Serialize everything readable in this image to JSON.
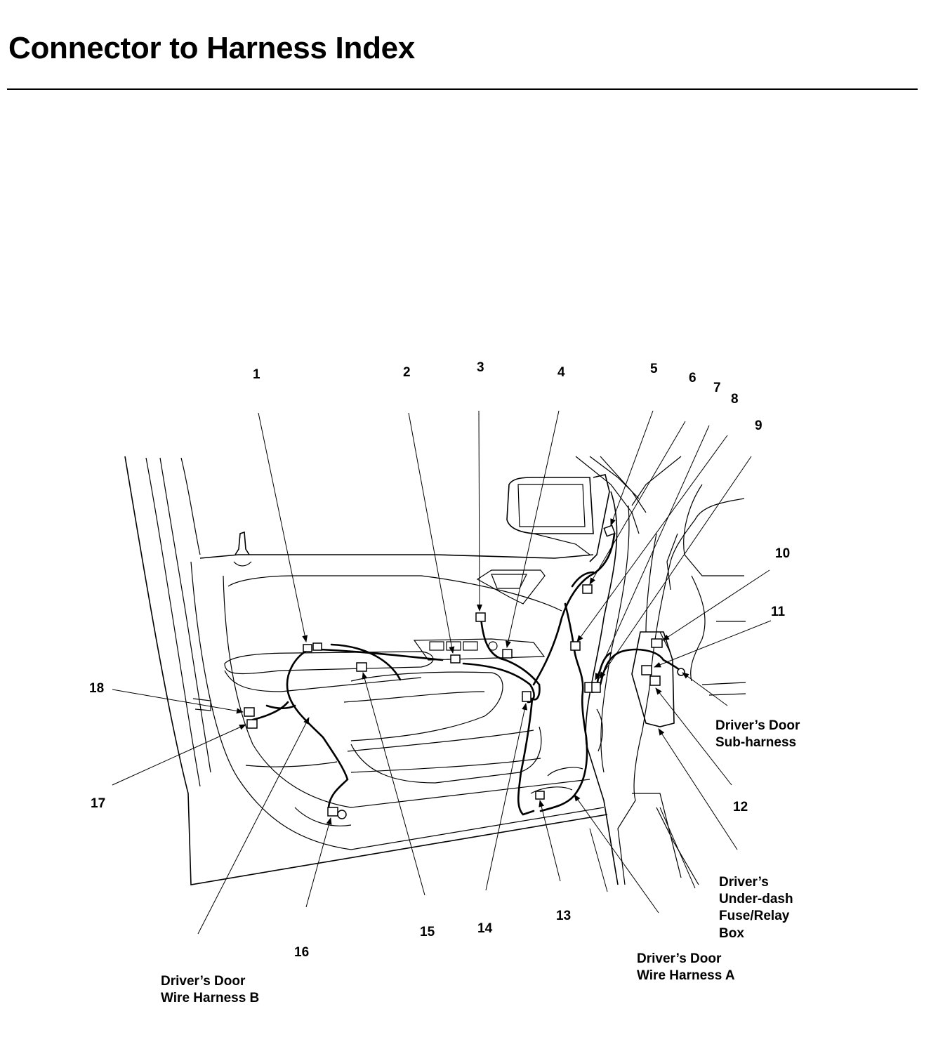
{
  "page": {
    "title": "Connector to Harness Index"
  },
  "diagram": {
    "callouts": [
      "1",
      "2",
      "3",
      "4",
      "5",
      "6",
      "7",
      "8",
      "9",
      "10",
      "11",
      "12",
      "13",
      "14",
      "15",
      "16",
      "17",
      "18"
    ],
    "harness_labels": {
      "sub_harness": [
        "Driver’s Door",
        "Sub-harness"
      ],
      "fuse_box": [
        "Driver’s",
        "Under-dash",
        "Fuse/Relay",
        "Box"
      ],
      "harness_a": [
        "Driver’s Door",
        "Wire Harness A"
      ],
      "harness_b": [
        "Driver’s Door",
        "Wire Harness B"
      ]
    }
  }
}
